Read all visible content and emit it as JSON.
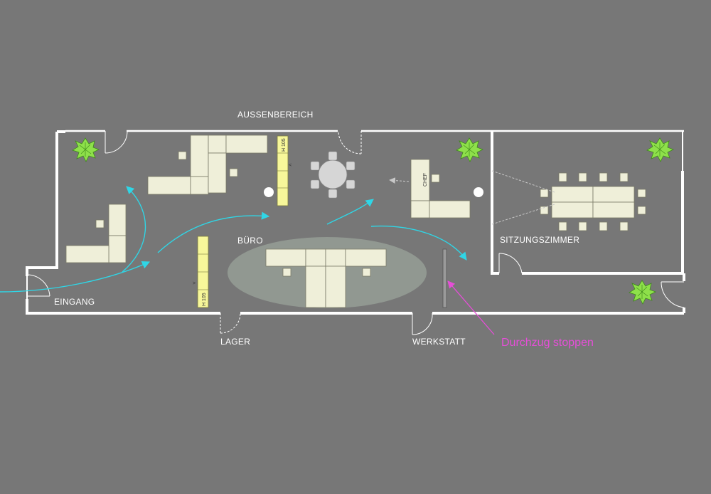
{
  "rooms": {
    "outside": "AUSSENBEREICH",
    "office": "BÜRO",
    "meeting": "SITZUNGSZIMMER",
    "entrance": "EINGANG",
    "storage": "LAGER",
    "workshop": "WERKSTATT"
  },
  "furniture": {
    "shelf_height_top": "H 105",
    "shelf_height_left": "H 105",
    "boss_desk": "CHEF"
  },
  "annotation": {
    "text": "Durchzug stoppen",
    "color": "#e64ed8"
  },
  "colors": {
    "background": "#777777",
    "walls": "#ffffff",
    "desks": "#efefd9",
    "shelves": "#f7f79a",
    "airflow": "#2fd6e6",
    "plants": "#8ee04a"
  }
}
